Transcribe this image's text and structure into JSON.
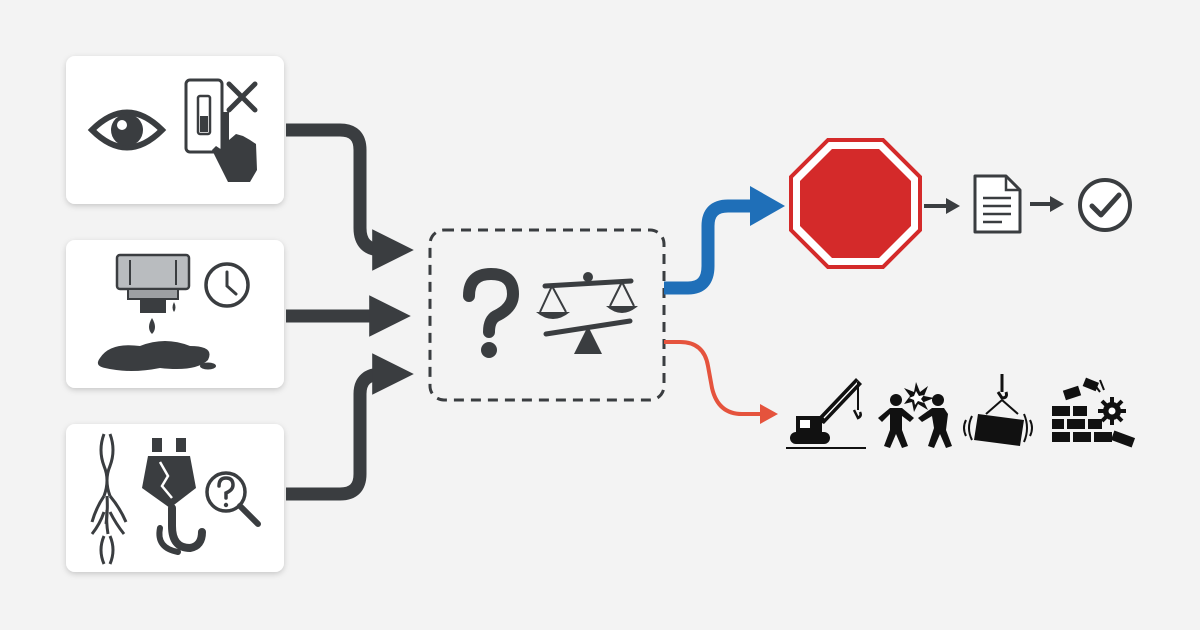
{
  "colors": {
    "background": "#f3f3f3",
    "dark": "#3a3d40",
    "blue": "#1f6fb8",
    "red_arrow": "#e5533d",
    "stop_sign": "#d42a2a",
    "black": "#111111"
  },
  "inputs": [
    {
      "name": "visual-inspection-input",
      "icons": [
        "eye-icon",
        "switch-off-hand-icon"
      ]
    },
    {
      "name": "hydraulic-leak-input",
      "icons": [
        "dripping-cylinder-icon",
        "clock-icon",
        "oil-puddle-icon"
      ]
    },
    {
      "name": "damaged-rigging-input",
      "icons": [
        "frayed-rope-icon",
        "cracked-hook-icon",
        "magnifier-question-icon"
      ]
    }
  ],
  "decision": {
    "name": "uncertain-judgement-box",
    "icons": [
      "question-mark-icon",
      "balance-scale-icon"
    ]
  },
  "safe_path": {
    "icons": [
      "stop-sign-icon",
      "document-icon",
      "checkmark-circle-icon"
    ]
  },
  "risk_path": {
    "icons": [
      "crane-icon",
      "people-collision-icon",
      "swinging-load-icon",
      "collapsing-wall-icon"
    ]
  }
}
